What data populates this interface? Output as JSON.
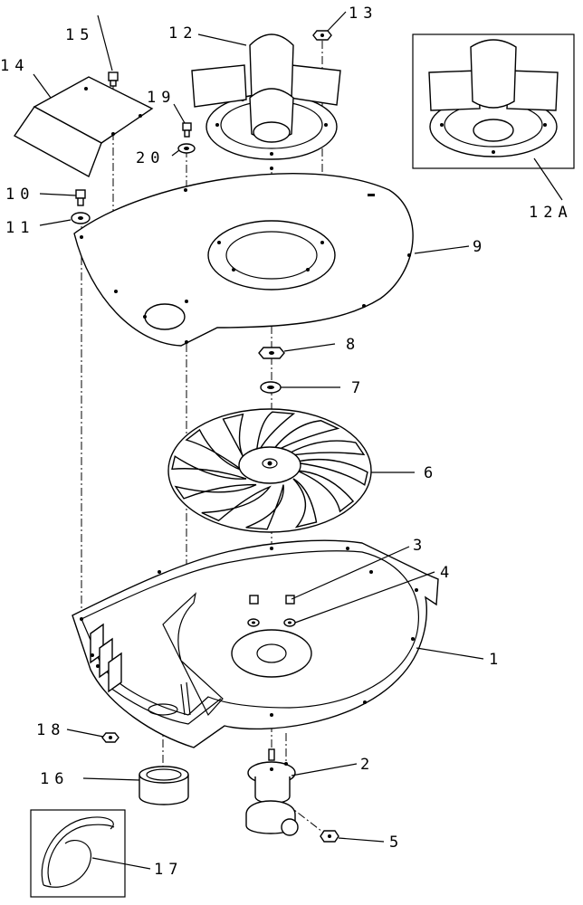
{
  "labels": {
    "l1": "1",
    "l2": "2",
    "l3": "3",
    "l4": "4",
    "l5": "5",
    "l6": "6",
    "l7": "7",
    "l8": "8",
    "l9": "9",
    "l10": "10",
    "l11": "11",
    "l12": "12",
    "l12a": "12A",
    "l13": "13",
    "l14": "14",
    "l15": "15",
    "l16": "16",
    "l17": "17",
    "l18": "18",
    "l19": "19",
    "l20": "20"
  }
}
